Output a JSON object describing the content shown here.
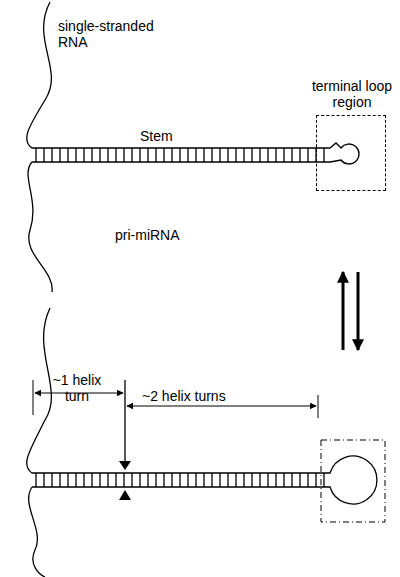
{
  "diagram": {
    "nodes": [
      {
        "text": [
          "terminal loop region"
        ]
      }
    ],
    "labels": [
      "single-stranded RNA",
      "Stem",
      "pri-miRNA",
      "~1 helix turn",
      "~2 helix turns"
    ]
  }
}
